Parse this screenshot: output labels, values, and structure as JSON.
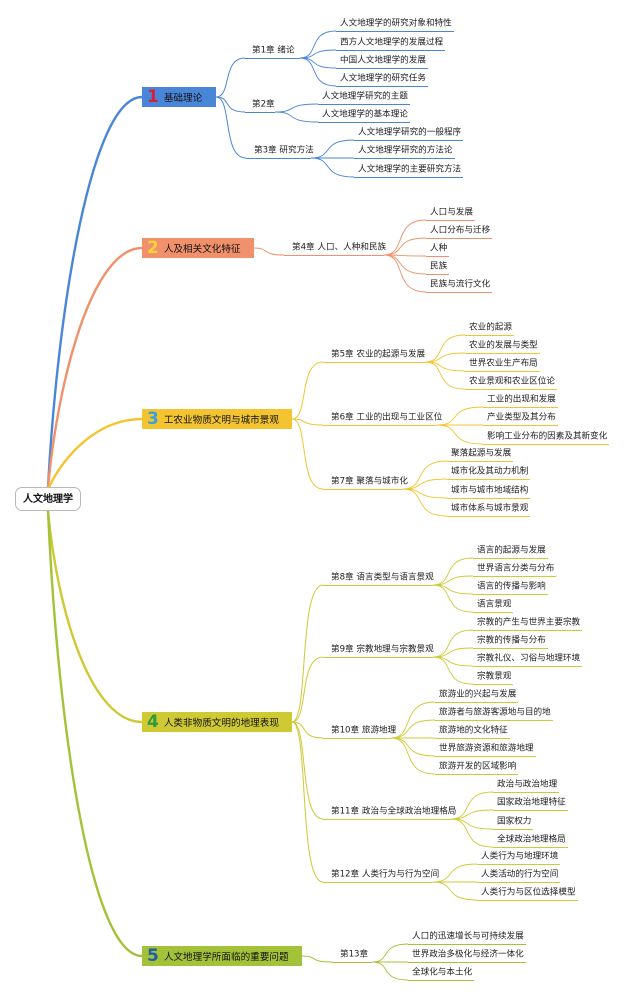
{
  "root": "人文地理学",
  "branches": [
    {
      "num": "1",
      "title": "基础理论",
      "color": "#4a86d8",
      "num_color": "#d2203b",
      "chapters": [
        {
          "title": "第1章 绪论",
          "topics": [
            "人文地理学的研究对象和特性",
            "西方人文地理学的发展过程",
            "中国人文地理学的发展",
            "人文地理学的研究任务"
          ]
        },
        {
          "title": "第2章",
          "topics": [
            "人文地理学研究的主题",
            "人文地理学的基本理论"
          ]
        },
        {
          "title": "第3章 研究方法",
          "topics": [
            "人文地理学研究的一般程序",
            "人文地理学研究的方法论",
            "人文地理学的主要研究方法"
          ]
        }
      ]
    },
    {
      "num": "2",
      "title": "人及相关文化特征",
      "color": "#f0916c",
      "num_color": "#ffd23a",
      "chapters": [
        {
          "title": "第4章 人口、人种和民族",
          "topics": [
            "人口与发展",
            "人口分布与迁移",
            "人种",
            "民族",
            "民族与流行文化"
          ]
        }
      ]
    },
    {
      "num": "3",
      "title": "工农业物质文明与城市景观",
      "color": "#f4c430",
      "num_color": "#3a9fd8",
      "chapters": [
        {
          "title": "第5章 农业的起源与发展",
          "topics": [
            "农业的起源",
            "农业的发展与类型",
            "世界农业生产布局",
            "农业景观和农业区位论"
          ]
        },
        {
          "title": "第6章 工业的出现与工业区位",
          "topics": [
            "工业的出现和发展",
            "产业类型及其分布",
            "影响工业分布的因素及其新变化"
          ]
        },
        {
          "title": "第7章 聚落与城市化",
          "topics": [
            "聚落起源与发展",
            "城市化及其动力机制",
            "城市与城市地域结构",
            "城市体系与城市景观"
          ]
        }
      ]
    },
    {
      "num": "4",
      "title": "人类非物质文明的地理表现",
      "color": "#cfc934",
      "num_color": "#2e9a3a",
      "chapters": [
        {
          "title": "第8章 语言类型与语言景观",
          "topics": [
            "语言的起源与发展",
            "世界语言分类与分布",
            "语言的传播与影响",
            "语言景观"
          ]
        },
        {
          "title": "第9章 宗教地理与宗教景观",
          "topics": [
            "宗教的产生与世界主要宗教",
            "宗教的传播与分布",
            "宗教礼仪、习俗与地理环境",
            "宗教景观"
          ]
        },
        {
          "title": "第10章 旅游地理",
          "topics": [
            "旅游业的兴起与发展",
            "旅游者与旅游客源地与目的地",
            "旅游地的文化特征",
            "世界旅游资源和旅游地理",
            "旅游开发的区域影响"
          ]
        },
        {
          "title": "第11章 政治与全球政治地理格局",
          "topics": [
            "政治与政治地理",
            "国家政治地理特征",
            "国家权力",
            "全球政治地理格局"
          ]
        },
        {
          "title": "第12章 人类行为与行为空间",
          "topics": [
            "人类行为与地理环境",
            "人类活动的行为空间",
            "人类行为与区位选择模型"
          ]
        }
      ]
    },
    {
      "num": "5",
      "title": "人文地理学所面临的重要问题",
      "color": "#a4c13a",
      "num_color": "#1f5fa8",
      "chapters": [
        {
          "title": "第13章",
          "topics": [
            "人口的迅速增长与可持续发展",
            "世界政治多极化与经济一体化",
            "全球化与本土化"
          ]
        }
      ]
    }
  ]
}
